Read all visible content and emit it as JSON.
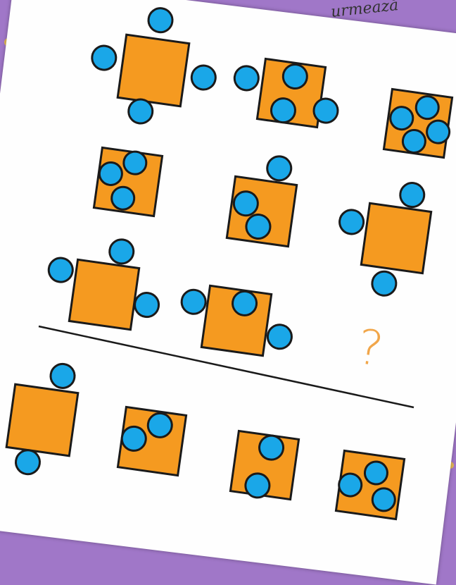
{
  "header": {
    "text": "urmează"
  },
  "question_mark": "?",
  "colors": {
    "square": "#f59a20",
    "circle": "#1aa7e8",
    "outline": "#1a1a1a",
    "background": "#a077c8",
    "paper": "#fefefe"
  },
  "grid": {
    "rows": [
      [
        {
          "id": "r1c1",
          "circles": [
            "top",
            "left",
            "right",
            "bottom"
          ]
        },
        {
          "id": "r1c2",
          "circles": [
            "left",
            "right",
            "inside-2"
          ]
        },
        {
          "id": "r1c3",
          "circles": [
            "inside-4"
          ]
        }
      ],
      [
        {
          "id": "r2c1",
          "circles": [
            "inside-3"
          ]
        },
        {
          "id": "r2c2",
          "circles": [
            "top",
            "inside-2"
          ]
        },
        {
          "id": "r2c3",
          "circles": [
            "top",
            "left",
            "bottom"
          ]
        }
      ],
      [
        {
          "id": "r3c1",
          "circles": [
            "top",
            "left",
            "right"
          ]
        },
        {
          "id": "r3c2",
          "circles": [
            "left",
            "right",
            "inside-1"
          ]
        },
        {
          "id": "r3c3",
          "circles": [
            "missing"
          ]
        }
      ]
    ]
  },
  "answers": [
    {
      "id": "a1",
      "circles": [
        "top",
        "bottom"
      ]
    },
    {
      "id": "a2",
      "circles": [
        "inside-2"
      ]
    },
    {
      "id": "a3",
      "circles": [
        "inside-2-vertical"
      ]
    },
    {
      "id": "a4",
      "circles": [
        "inside-3"
      ]
    }
  ]
}
